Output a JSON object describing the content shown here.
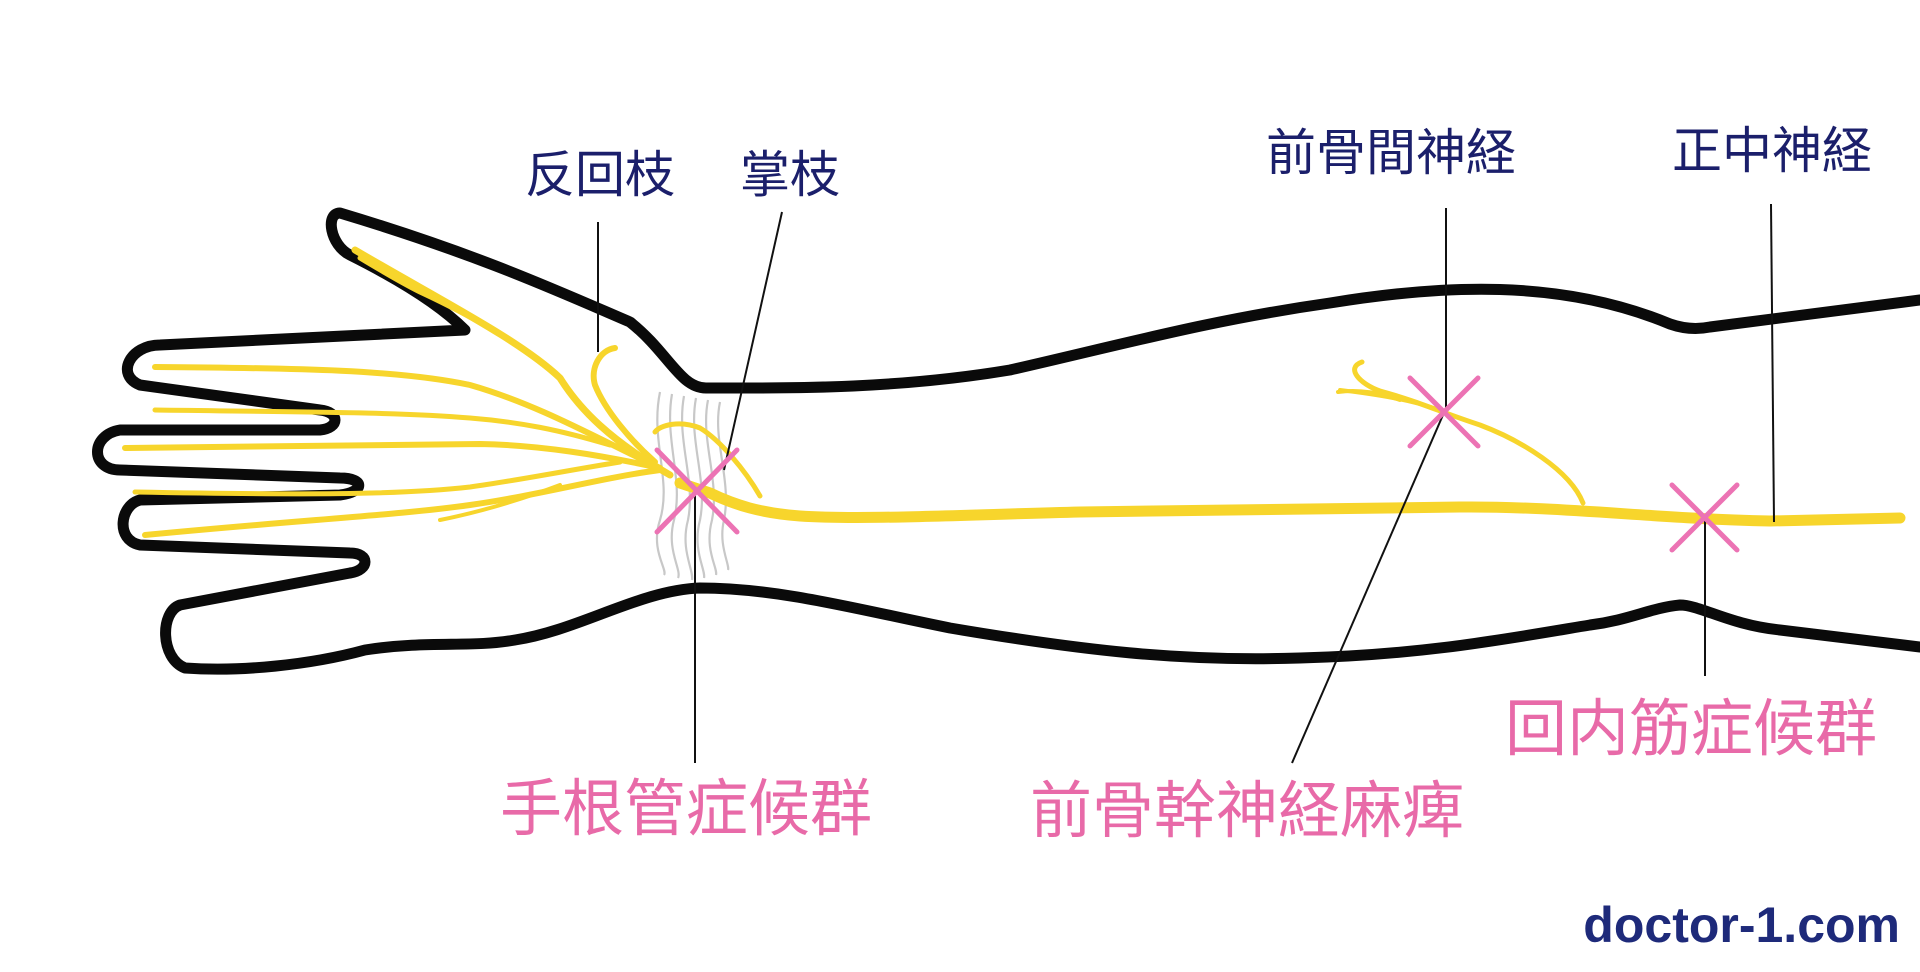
{
  "labels": {
    "recurrent_branch": "反回枝",
    "palmar_branch": "掌枝",
    "anterior_interosseous_nerve": "前骨間神経",
    "median_nerve": "正中神経",
    "carpal_tunnel_syndrome": "手根管症候群",
    "anterior_interosseous_palsy": "前骨幹神経麻痺",
    "pronator_syndrome": "回内筋症候群"
  },
  "watermark": "doctor-1.com",
  "colors": {
    "outline": "#0a0a0a",
    "nerve": "#f7d52c",
    "lesion_cross": "#ec73b4",
    "anatomy_label": "#1b1f6b",
    "syndrome_label": "#e86aa8",
    "watermark": "#1e2a7a"
  }
}
